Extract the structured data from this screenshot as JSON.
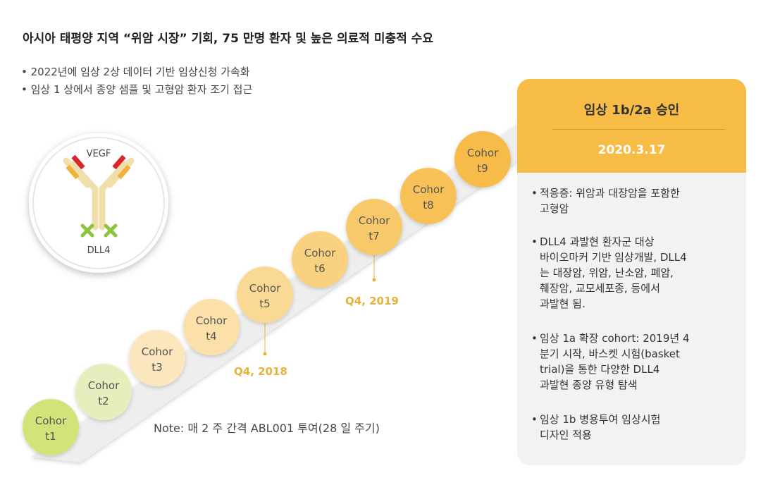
{
  "title": "아시아 태평양 지역 “위암 시장” 기회, 75 만명 환자 및 높은 의료적 미충적 수요",
  "bullets": [
    "• 2022년에 임상 2상 데이터 기반 임상신청 가속화",
    "• 임상 1 상에서 종양 샘플 및 고형암 환자 조기 접근"
  ],
  "antibody": {
    "top_label": "VEGF",
    "bottom_label": "DLL4"
  },
  "cohorts": [
    {
      "line1": "Cohor",
      "line2": "t1",
      "color": "#d3e37a"
    },
    {
      "line1": "Cohor",
      "line2": "t2",
      "color": "#e7edbc"
    },
    {
      "line1": "Cohor",
      "line2": "t3",
      "color": "#fbe6bd"
    },
    {
      "line1": "Cohor",
      "line2": "t4",
      "color": "#fbe0a9"
    },
    {
      "line1": "Cohor",
      "line2": "t5",
      "color": "#fad994"
    },
    {
      "line1": "Cohor",
      "line2": "t6",
      "color": "#f9d17f"
    },
    {
      "line1": "Cohor",
      "line2": "t7",
      "color": "#f8c96a"
    },
    {
      "line1": "Cohor",
      "line2": "t8",
      "color": "#f7c158"
    },
    {
      "line1": "Cohor",
      "line2": "t9",
      "color": "#f6bb4a"
    }
  ],
  "milestones": [
    {
      "label": "Q4, 2018"
    },
    {
      "label": "Q4, 2019"
    }
  ],
  "note": "Note: 매 2 주 간격 ABL001 투여(28 일 주기)",
  "panel": {
    "title": "임상 1b/2a 승인",
    "date": "2020.3.17",
    "items": [
      "적응증: 위암과 대장암을 포함한\n고형암",
      "DLL4 과발현 환자군 대상\n바이오마커 기반 임상개발, DLL4\n는 대장암, 위암, 난소암, 폐암,\n췌장암, 교모세포종, 등에서\n과발현 됨.",
      "임상 1a 확장 cohort: 2019년 4\n분기 시작, 바스켓 시험(basket\ntrial)을 통한 다양한 DLL4\n과발현 종양 유형 탐색",
      "임상 1b 병용투여 임상시험\n디자인 적용"
    ]
  },
  "colors": {
    "accent": "#f6bc45",
    "milestone": "#e8b13a",
    "panel_bg": "#f2f2f2"
  }
}
